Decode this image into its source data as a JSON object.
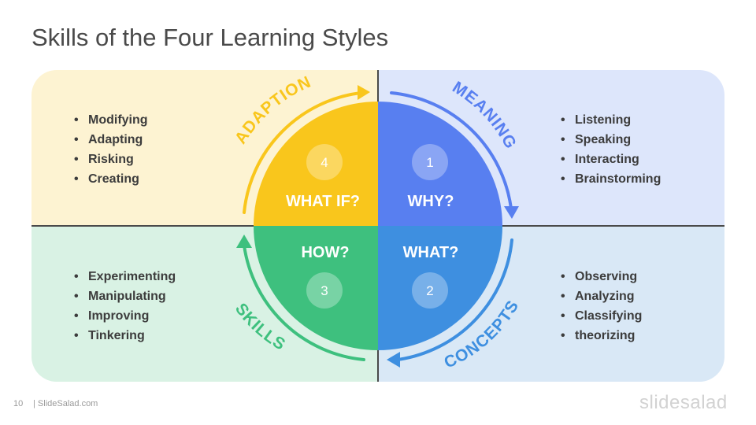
{
  "title": "Skills of the Four Learning Styles",
  "quadrants": {
    "adaption": {
      "number": "4",
      "question": "WHAT IF?",
      "arc_label": "ADAPTION",
      "color": "#f9c61c",
      "bg": "#fdf3d2",
      "items": [
        "Modifying",
        "Adapting",
        "Risking",
        "Creating"
      ]
    },
    "meaning": {
      "number": "1",
      "question": "WHY?",
      "arc_label": "MEANING",
      "color": "#587ff0",
      "bg": "#dde6fb",
      "items": [
        "Listening",
        "Speaking",
        "Interacting",
        "Brainstorming"
      ]
    },
    "skills": {
      "number": "3",
      "question": "HOW?",
      "arc_label": "SKILLS",
      "color": "#3ec07e",
      "bg": "#d9f2e4",
      "items": [
        "Experimenting",
        "Manipulating",
        "Improving",
        "Tinkering"
      ]
    },
    "concepts": {
      "number": "2",
      "question": "WHAT?",
      "arc_label": "CONCEPTS",
      "color": "#3e8fe0",
      "bg": "#d9e8f6",
      "items": [
        "Observing",
        "Analyzing",
        "Classifying",
        "theorizing"
      ]
    }
  },
  "footer": {
    "page_number": "10",
    "site": "| SlideSalad.com",
    "logo": "slidesalad"
  }
}
